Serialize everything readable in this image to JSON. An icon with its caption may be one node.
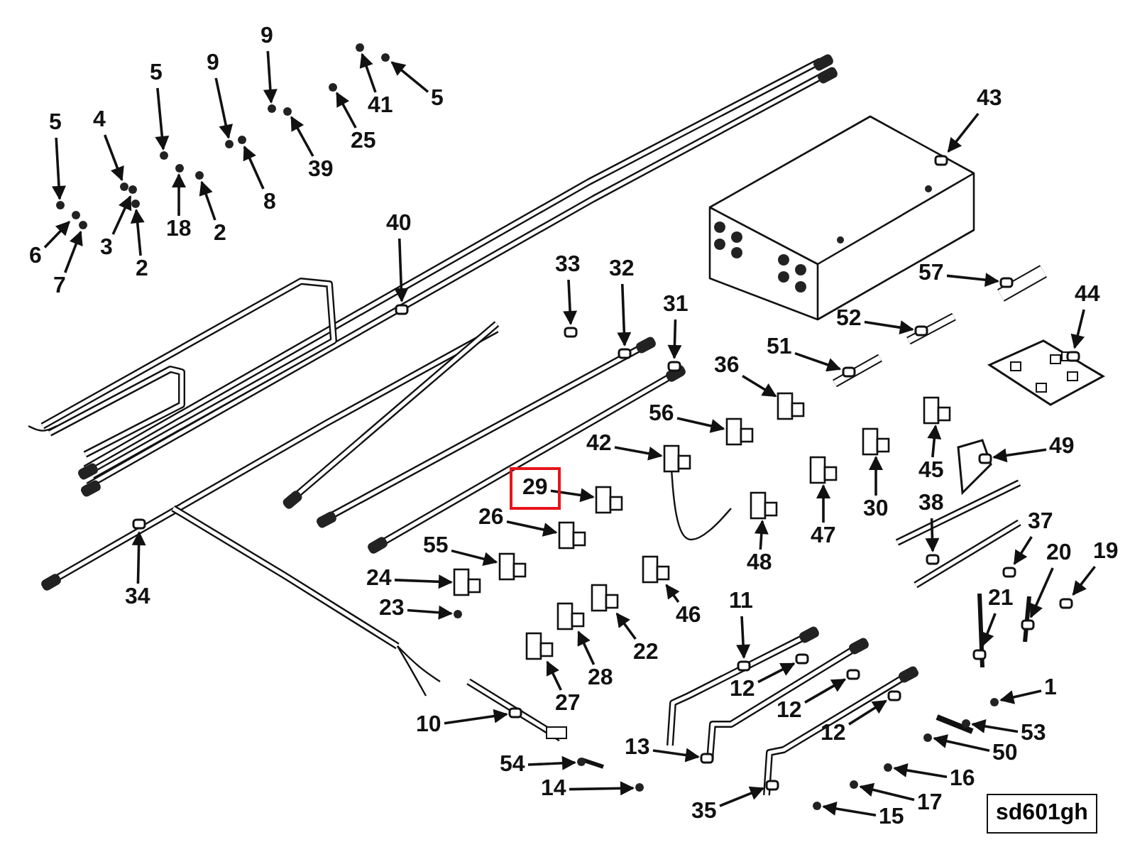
{
  "diagram": {
    "nodes": [
      {
        "text": [
          "5"
        ]
      },
      {
        "text": [
          "4"
        ]
      },
      {
        "text": [
          "5"
        ]
      },
      {
        "text": [
          "9"
        ]
      },
      {
        "text": [
          "9"
        ]
      },
      {
        "text": [
          "41"
        ]
      },
      {
        "text": [
          "5"
        ]
      },
      {
        "text": [
          "25"
        ]
      },
      {
        "text": [
          "39"
        ]
      },
      {
        "text": [
          "8"
        ]
      },
      {
        "text": [
          "2"
        ]
      },
      {
        "text": [
          "18"
        ]
      },
      {
        "text": [
          "3"
        ]
      },
      {
        "text": [
          "2"
        ]
      },
      {
        "text": [
          "6"
        ]
      },
      {
        "text": [
          "7"
        ]
      },
      {
        "text": [
          "43"
        ]
      },
      {
        "text": [
          "40"
        ]
      },
      {
        "text": [
          "33"
        ]
      },
      {
        "text": [
          "32"
        ]
      },
      {
        "text": [
          "31"
        ]
      },
      {
        "text": [
          "57"
        ]
      },
      {
        "text": [
          "52"
        ]
      },
      {
        "text": [
          "51"
        ]
      },
      {
        "text": [
          "44"
        ]
      },
      {
        "text": [
          "36"
        ]
      },
      {
        "text": [
          "56"
        ]
      },
      {
        "text": [
          "42"
        ]
      },
      {
        "text": [
          "49"
        ]
      },
      {
        "text": [
          "45"
        ]
      },
      {
        "text": [
          "29"
        ]
      },
      {
        "text": [
          "30"
        ]
      },
      {
        "text": [
          "26"
        ]
      },
      {
        "text": [
          "47"
        ]
      },
      {
        "text": [
          "38"
        ]
      },
      {
        "text": [
          "37"
        ]
      },
      {
        "text": [
          "55"
        ]
      },
      {
        "text": [
          "48"
        ]
      },
      {
        "text": [
          "20"
        ]
      },
      {
        "text": [
          "19"
        ]
      },
      {
        "text": [
          "24"
        ]
      },
      {
        "text": [
          "34"
        ]
      },
      {
        "text": [
          "21"
        ]
      },
      {
        "text": [
          "11"
        ]
      },
      {
        "text": [
          "23"
        ]
      },
      {
        "text": [
          "46"
        ]
      },
      {
        "text": [
          "22"
        ]
      },
      {
        "text": [
          "28"
        ]
      },
      {
        "text": [
          "1"
        ]
      },
      {
        "text": [
          "12"
        ]
      },
      {
        "text": [
          "27"
        ]
      },
      {
        "text": [
          "12"
        ]
      },
      {
        "text": [
          "10"
        ]
      },
      {
        "text": [
          "12"
        ]
      },
      {
        "text": [
          "53"
        ]
      },
      {
        "text": [
          "13"
        ]
      },
      {
        "text": [
          "50"
        ]
      },
      {
        "text": [
          "54"
        ]
      },
      {
        "text": [
          "16"
        ]
      },
      {
        "text": [
          "14"
        ]
      },
      {
        "text": [
          "17"
        ]
      },
      {
        "text": [
          "35"
        ]
      },
      {
        "text": [
          "15"
        ]
      },
      {
        "text": [],
        "shape": "circle"
      },
      {
        "text": [],
        "shape": "circle"
      },
      {
        "text": [],
        "shape": "circle"
      },
      {
        "text": [],
        "shape": "circle"
      },
      {
        "text": [],
        "shape": "circle"
      },
      {
        "text": [],
        "shape": "circle"
      },
      {
        "text": [],
        "shape": "circle"
      },
      {
        "text": [],
        "shape": "circle"
      },
      {
        "text": [],
        "shape": "circle"
      },
      {
        "text": [],
        "shape": "circle"
      },
      {
        "text": [],
        "shape": "circle"
      },
      {
        "text": [],
        "shape": "circle"
      },
      {
        "text": [],
        "shape": "circle"
      },
      {
        "text": [],
        "shape": "circle"
      },
      {
        "text": [],
        "shape": "circle"
      },
      {
        "text": [],
        "shape": "circle"
      },
      {
        "text": [],
        "shape": "box"
      },
      {
        "text": [],
        "shape": "box"
      },
      {
        "text": [],
        "shape": "box"
      },
      {
        "text": [],
        "shape": "box"
      },
      {
        "text": [],
        "shape": "box"
      },
      {
        "text": [],
        "shape": "box"
      },
      {
        "text": [],
        "shape": "box"
      },
      {
        "text": [],
        "shape": "box"
      },
      {
        "text": [],
        "shape": "box"
      },
      {
        "text": [],
        "shape": "box"
      },
      {
        "text": [],
        "shape": "box"
      },
      {
        "text": [],
        "shape": "box"
      },
      {
        "text": [],
        "shape": "box"
      },
      {
        "text": [],
        "shape": "box"
      },
      {
        "text": [],
        "shape": "box"
      },
      {
        "text": [],
        "shape": "box"
      },
      {
        "text": [],
        "shape": "box"
      },
      {
        "text": [],
        "shape": "box"
      },
      {
        "text": [],
        "shape": "box"
      },
      {
        "text": [],
        "shape": "box"
      },
      {
        "text": [],
        "shape": "box"
      },
      {
        "text": [],
        "shape": "box"
      },
      {
        "text": [],
        "shape": "box"
      },
      {
        "text": [],
        "shape": "box"
      },
      {
        "text": [],
        "shape": "box"
      },
      {
        "text": [],
        "shape": "box"
      },
      {
        "text": [],
        "shape": "box"
      },
      {
        "text": [],
        "shape": "box"
      },
      {
        "text": [],
        "shape": "circle"
      },
      {
        "text": [],
        "shape": "box"
      },
      {
        "text": [],
        "shape": "box"
      },
      {
        "text": [],
        "shape": "box"
      },
      {
        "text": [],
        "shape": "circle"
      },
      {
        "text": [],
        "shape": "box"
      },
      {
        "text": [],
        "shape": "box"
      },
      {
        "text": [],
        "shape": "box"
      },
      {
        "text": [],
        "shape": "box"
      },
      {
        "text": [],
        "shape": "box"
      },
      {
        "text": [],
        "shape": "circle"
      },
      {
        "text": [],
        "shape": "box"
      },
      {
        "text": [],
        "shape": "circle"
      },
      {
        "text": [],
        "shape": "circle"
      },
      {
        "text": [],
        "shape": "circle"
      },
      {
        "text": [],
        "shape": "circle"
      },
      {
        "text": [],
        "shape": "circle"
      },
      {
        "text": [],
        "shape": "box"
      },
      {
        "text": [],
        "shape": "circle"
      }
    ],
    "edges": [
      {
        "from": 0,
        "to": 63,
        "arrow": "to"
      },
      {
        "from": 1,
        "to": 64,
        "arrow": "to"
      },
      {
        "from": 2,
        "to": 65,
        "arrow": "to"
      },
      {
        "from": 3,
        "to": 66,
        "arrow": "to"
      },
      {
        "from": 4,
        "to": 67,
        "arrow": "to"
      },
      {
        "from": 5,
        "to": 68,
        "arrow": "to"
      },
      {
        "from": 6,
        "to": 69,
        "arrow": "to"
      },
      {
        "from": 7,
        "to": 70,
        "arrow": "to"
      },
      {
        "from": 8,
        "to": 71,
        "arrow": "to"
      },
      {
        "from": 9,
        "to": 72,
        "arrow": "to"
      },
      {
        "from": 10,
        "to": 73,
        "arrow": "to"
      },
      {
        "from": 11,
        "to": 74,
        "arrow": "to"
      },
      {
        "from": 12,
        "to": 75,
        "arrow": "to"
      },
      {
        "from": 13,
        "to": 76,
        "arrow": "to"
      },
      {
        "from": 14,
        "to": 77,
        "arrow": "to"
      },
      {
        "from": 15,
        "to": 78,
        "arrow": "to"
      },
      {
        "from": 16,
        "to": 79,
        "arrow": "to"
      },
      {
        "from": 17,
        "to": 80,
        "arrow": "to"
      },
      {
        "from": 18,
        "to": 81,
        "arrow": "to"
      },
      {
        "from": 19,
        "to": 82,
        "arrow": "to"
      },
      {
        "from": 20,
        "to": 83,
        "arrow": "to"
      },
      {
        "from": 21,
        "to": 84,
        "arrow": "to"
      },
      {
        "from": 22,
        "to": 85,
        "arrow": "to"
      },
      {
        "from": 23,
        "to": 86,
        "arrow": "to"
      },
      {
        "from": 24,
        "to": 87,
        "arrow": "to"
      },
      {
        "from": 25,
        "to": 88,
        "arrow": "to"
      },
      {
        "from": 26,
        "to": 89,
        "arrow": "to"
      },
      {
        "from": 27,
        "to": 90,
        "arrow": "to"
      },
      {
        "from": 28,
        "to": 91,
        "arrow": "to"
      },
      {
        "from": 29,
        "to": 92,
        "arrow": "to"
      },
      {
        "from": 30,
        "to": 93,
        "arrow": "to"
      },
      {
        "from": 31,
        "to": 94,
        "arrow": "to"
      },
      {
        "from": 32,
        "to": 95,
        "arrow": "to"
      },
      {
        "from": 33,
        "to": 96,
        "arrow": "to"
      },
      {
        "from": 34,
        "to": 97,
        "arrow": "to"
      },
      {
        "from": 35,
        "to": 98,
        "arrow": "to"
      },
      {
        "from": 36,
        "to": 99,
        "arrow": "to"
      },
      {
        "from": 37,
        "to": 100,
        "arrow": "to"
      },
      {
        "from": 38,
        "to": 101,
        "arrow": "to"
      },
      {
        "from": 39,
        "to": 102,
        "arrow": "to"
      },
      {
        "from": 40,
        "to": 103,
        "arrow": "to"
      },
      {
        "from": 41,
        "to": 104,
        "arrow": "to"
      },
      {
        "from": 42,
        "to": 105,
        "arrow": "to"
      },
      {
        "from": 43,
        "to": 106,
        "arrow": "to"
      },
      {
        "from": 44,
        "to": 107,
        "arrow": "to"
      },
      {
        "from": 45,
        "to": 108,
        "arrow": "to"
      },
      {
        "from": 46,
        "to": 109,
        "arrow": "to"
      },
      {
        "from": 47,
        "to": 110,
        "arrow": "to"
      },
      {
        "from": 48,
        "to": 111,
        "arrow": "to"
      },
      {
        "from": 49,
        "to": 112,
        "arrow": "to"
      },
      {
        "from": 50,
        "to": 113,
        "arrow": "to"
      },
      {
        "from": 51,
        "to": 114,
        "arrow": "to"
      },
      {
        "from": 52,
        "to": 115,
        "arrow": "to"
      },
      {
        "from": 53,
        "to": 116,
        "arrow": "to"
      },
      {
        "from": 54,
        "to": 117,
        "arrow": "to"
      },
      {
        "from": 55,
        "to": 118,
        "arrow": "to"
      },
      {
        "from": 56,
        "to": 119,
        "arrow": "to"
      },
      {
        "from": 57,
        "to": 120,
        "arrow": "to"
      },
      {
        "from": 58,
        "to": 121,
        "arrow": "to"
      },
      {
        "from": 59,
        "to": 122,
        "arrow": "to"
      },
      {
        "from": 60,
        "to": 123,
        "arrow": "to"
      },
      {
        "from": 61,
        "to": 124,
        "arrow": "to"
      },
      {
        "from": 62,
        "to": 125,
        "arrow": "to"
      }
    ],
    "labels": [
      "sd601gh"
    ]
  }
}
